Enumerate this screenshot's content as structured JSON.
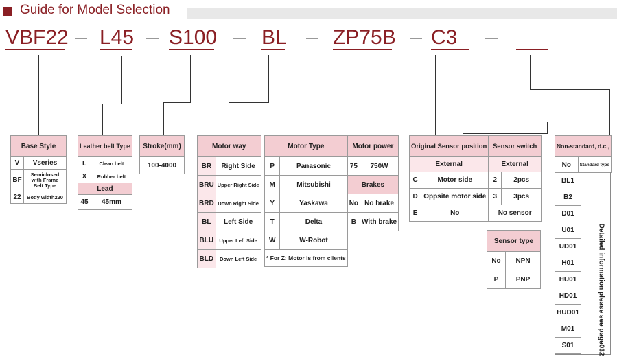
{
  "header": {
    "title": "Guide for Model Selection"
  },
  "codes": [
    "VBF22",
    "L45",
    "S100",
    "BL",
    "ZP75B",
    "C3"
  ],
  "colors": {
    "accent": "#8a1f24",
    "header_fill": "#f3cdd2"
  },
  "base_style": {
    "header": "Base Style",
    "rows": [
      {
        "k": "V",
        "v": "Vseries"
      },
      {
        "k": "BF",
        "v1": "Semiclosed",
        "v2": "with Frame"
      }
    ],
    "sub_header": "Belt Type",
    "last": {
      "k": "22",
      "v": "Body width220"
    }
  },
  "leather_belt": {
    "header": "Leather belt Type",
    "rows": [
      {
        "k": "L",
        "v": "Clean belt"
      },
      {
        "k": "X",
        "v": "Rubber belt"
      }
    ],
    "lead_header": "Lead",
    "lead_row": {
      "k": "45",
      "v": "45mm"
    }
  },
  "stroke": {
    "header": "Stroke(mm)",
    "value": "100-4000"
  },
  "motor_way": {
    "header": "Motor way",
    "rows": [
      {
        "k": "BR",
        "v": "Right Side"
      },
      {
        "k": "BRU",
        "v": "Upper Right Side"
      },
      {
        "k": "BRD",
        "v": "Down Right Side"
      },
      {
        "k": "BL",
        "v": "Left Side"
      },
      {
        "k": "BLU",
        "v": "Upper Left Side"
      },
      {
        "k": "BLD",
        "v": "Down Left Side"
      }
    ]
  },
  "motor_type": {
    "header": "Motor Type",
    "rows": [
      {
        "k": "P",
        "v": "Panasonic"
      },
      {
        "k": "M",
        "v": "Mitsubishi"
      },
      {
        "k": "Y",
        "v": "Yaskawa"
      },
      {
        "k": "T",
        "v": "Delta"
      },
      {
        "k": "W",
        "v": "W-Robot"
      }
    ],
    "note": "* For Z: Motor is from clients"
  },
  "motor_power": {
    "header": "Motor power",
    "row": {
      "k": "75",
      "v": "750W"
    }
  },
  "brakes": {
    "header": "Brakes",
    "rows": [
      {
        "k": "No",
        "v": "No brake"
      },
      {
        "k": "B",
        "v": "With brake"
      }
    ]
  },
  "sensor_position": {
    "header": "Original Sensor position",
    "sub": "External",
    "rows": [
      {
        "k": "C",
        "v": "Motor side"
      },
      {
        "k": "D",
        "v": "Oppsite motor side"
      },
      {
        "k": "E",
        "v": "No"
      }
    ]
  },
  "sensor_switch": {
    "header": "Sensor switch",
    "sub": "External",
    "rows": [
      {
        "k": "2",
        "v": "2pcs"
      },
      {
        "k": "3",
        "v": "3pcs"
      }
    ],
    "no_sensor": "No sensor"
  },
  "sensor_type": {
    "header": "Sensor type",
    "rows": [
      {
        "k": "No",
        "v": "NPN"
      },
      {
        "k": "P",
        "v": "PNP"
      }
    ]
  },
  "non_standard": {
    "header": "Non-standard, d.c.,",
    "no_row": {
      "k": "No",
      "v": "Standard type"
    },
    "items": [
      "BL1",
      "B2",
      "D01",
      "U01",
      "UD01",
      "H01",
      "HU01",
      "HD01",
      "HUD01",
      "M01",
      "S01"
    ],
    "vertical_note": "Detailed information please see page032"
  }
}
